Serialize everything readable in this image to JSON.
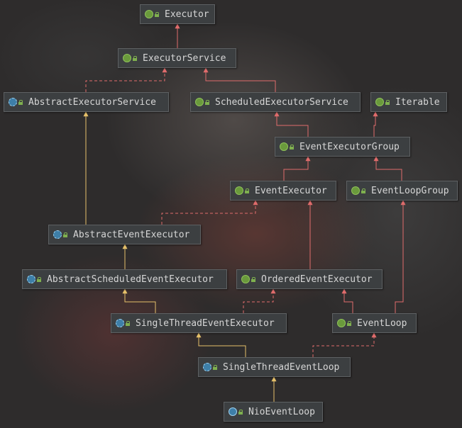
{
  "diagram": {
    "nodes": [
      {
        "id": "executor",
        "label": "Executor",
        "kind": "interface"
      },
      {
        "id": "executor_service",
        "label": "ExecutorService",
        "kind": "interface"
      },
      {
        "id": "abstract_executor_service",
        "label": "AbstractExecutorService",
        "kind": "abstract"
      },
      {
        "id": "scheduled_executor_service",
        "label": "ScheduledExecutorService",
        "kind": "interface"
      },
      {
        "id": "iterable",
        "label": "Iterable",
        "kind": "interface"
      },
      {
        "id": "event_executor_group",
        "label": "EventExecutorGroup",
        "kind": "interface"
      },
      {
        "id": "event_executor",
        "label": "EventExecutor",
        "kind": "interface"
      },
      {
        "id": "event_loop_group",
        "label": "EventLoopGroup",
        "kind": "interface"
      },
      {
        "id": "abstract_event_executor",
        "label": "AbstractEventExecutor",
        "kind": "abstract"
      },
      {
        "id": "abstract_scheduled_event_executor",
        "label": "AbstractScheduledEventExecutor",
        "kind": "abstract"
      },
      {
        "id": "ordered_event_executor",
        "label": "OrderedEventExecutor",
        "kind": "interface"
      },
      {
        "id": "single_thread_event_executor",
        "label": "SingleThreadEventExecutor",
        "kind": "abstract"
      },
      {
        "id": "event_loop",
        "label": "EventLoop",
        "kind": "interface"
      },
      {
        "id": "single_thread_event_loop",
        "label": "SingleThreadEventLoop",
        "kind": "abstract"
      },
      {
        "id": "nio_event_loop",
        "label": "NioEventLoop",
        "kind": "class"
      }
    ],
    "edges": [
      {
        "from": "executor_service",
        "to": "executor",
        "type": "extends-interface"
      },
      {
        "from": "abstract_executor_service",
        "to": "executor_service",
        "type": "implements"
      },
      {
        "from": "scheduled_executor_service",
        "to": "executor_service",
        "type": "extends-interface"
      },
      {
        "from": "event_executor_group",
        "to": "scheduled_executor_service",
        "type": "extends-interface"
      },
      {
        "from": "event_executor_group",
        "to": "iterable",
        "type": "extends-interface"
      },
      {
        "from": "event_executor",
        "to": "event_executor_group",
        "type": "extends-interface"
      },
      {
        "from": "event_loop_group",
        "to": "event_executor_group",
        "type": "extends-interface"
      },
      {
        "from": "abstract_event_executor",
        "to": "abstract_executor_service",
        "type": "extends-class"
      },
      {
        "from": "abstract_event_executor",
        "to": "event_executor",
        "type": "implements"
      },
      {
        "from": "abstract_scheduled_event_executor",
        "to": "abstract_event_executor",
        "type": "extends-class"
      },
      {
        "from": "ordered_event_executor",
        "to": "event_executor",
        "type": "extends-interface"
      },
      {
        "from": "single_thread_event_executor",
        "to": "abstract_scheduled_event_executor",
        "type": "extends-class"
      },
      {
        "from": "single_thread_event_executor",
        "to": "ordered_event_executor",
        "type": "implements"
      },
      {
        "from": "event_loop",
        "to": "ordered_event_executor",
        "type": "extends-interface"
      },
      {
        "from": "event_loop",
        "to": "event_loop_group",
        "type": "extends-interface"
      },
      {
        "from": "single_thread_event_loop",
        "to": "single_thread_event_executor",
        "type": "extends-class"
      },
      {
        "from": "single_thread_event_loop",
        "to": "event_loop",
        "type": "implements"
      },
      {
        "from": "nio_event_loop",
        "to": "single_thread_event_loop",
        "type": "extends-class"
      }
    ]
  },
  "colors": {
    "interface_edge": "#e06c6c",
    "implements_edge": "#e06c6c",
    "class_edge": "#e5c06a"
  }
}
